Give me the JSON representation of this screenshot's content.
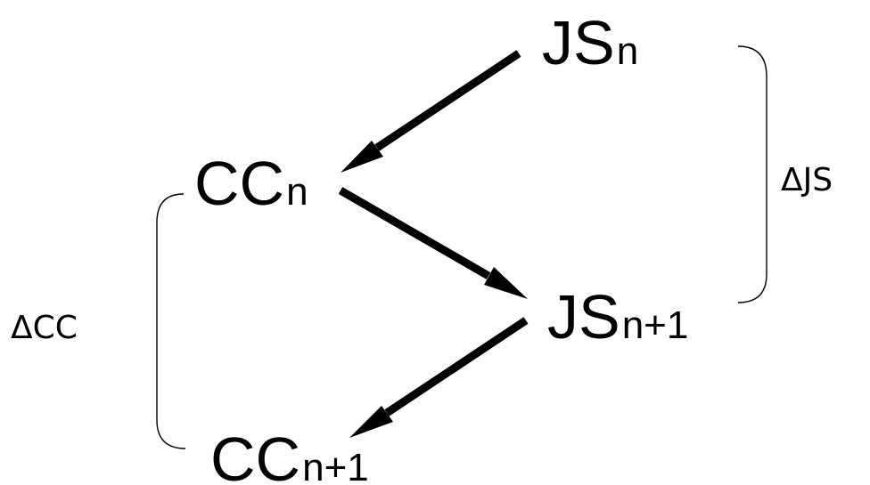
{
  "nodes": {
    "js_n": {
      "main": "JS",
      "sub": "n"
    },
    "cc_n": {
      "main": "CC",
      "sub": "n"
    },
    "js_n1": {
      "main": "JS",
      "sub": "n+1"
    },
    "cc_n1": {
      "main": "CC",
      "sub": "n+1"
    }
  },
  "brackets": {
    "delta_js": "ΔJS",
    "delta_cc": "ΔCC"
  },
  "edges": [
    {
      "from": "js_n",
      "to": "cc_n"
    },
    {
      "from": "cc_n",
      "to": "js_n1"
    },
    {
      "from": "js_n1",
      "to": "cc_n1"
    }
  ]
}
